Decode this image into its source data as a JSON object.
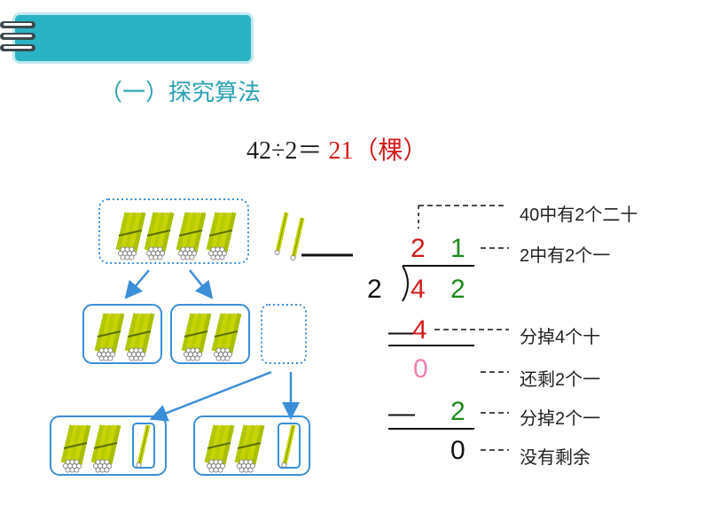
{
  "header": {
    "accent_color": "#2ab3c4"
  },
  "section_title": "（一）探究算法",
  "equation": {
    "left": "42÷2＝",
    "answer": "21（棵）"
  },
  "division": {
    "divisor": "2",
    "quotient_tens": "2",
    "quotient_ones": "1",
    "dividend_tens": "4",
    "dividend_ones": "2",
    "subtract1_sign": "—",
    "subtract1_value": "4",
    "remainder1": "0",
    "subtract2_sign": "—",
    "subtract2_value": "2",
    "final_remainder": "0"
  },
  "notes": {
    "tens_note": "40中有2个二十",
    "ones_note": "2中有2个一",
    "subtract_tens_note": "分掉4个十",
    "remain_note": "还剩2个一",
    "subtract_ones_note": "分掉2个一",
    "final_note": "没有剩余"
  },
  "colors": {
    "red": "#d11b1b",
    "green": "#1a8a1a",
    "pink": "#f080b0",
    "blue": "#3a8fd8"
  }
}
